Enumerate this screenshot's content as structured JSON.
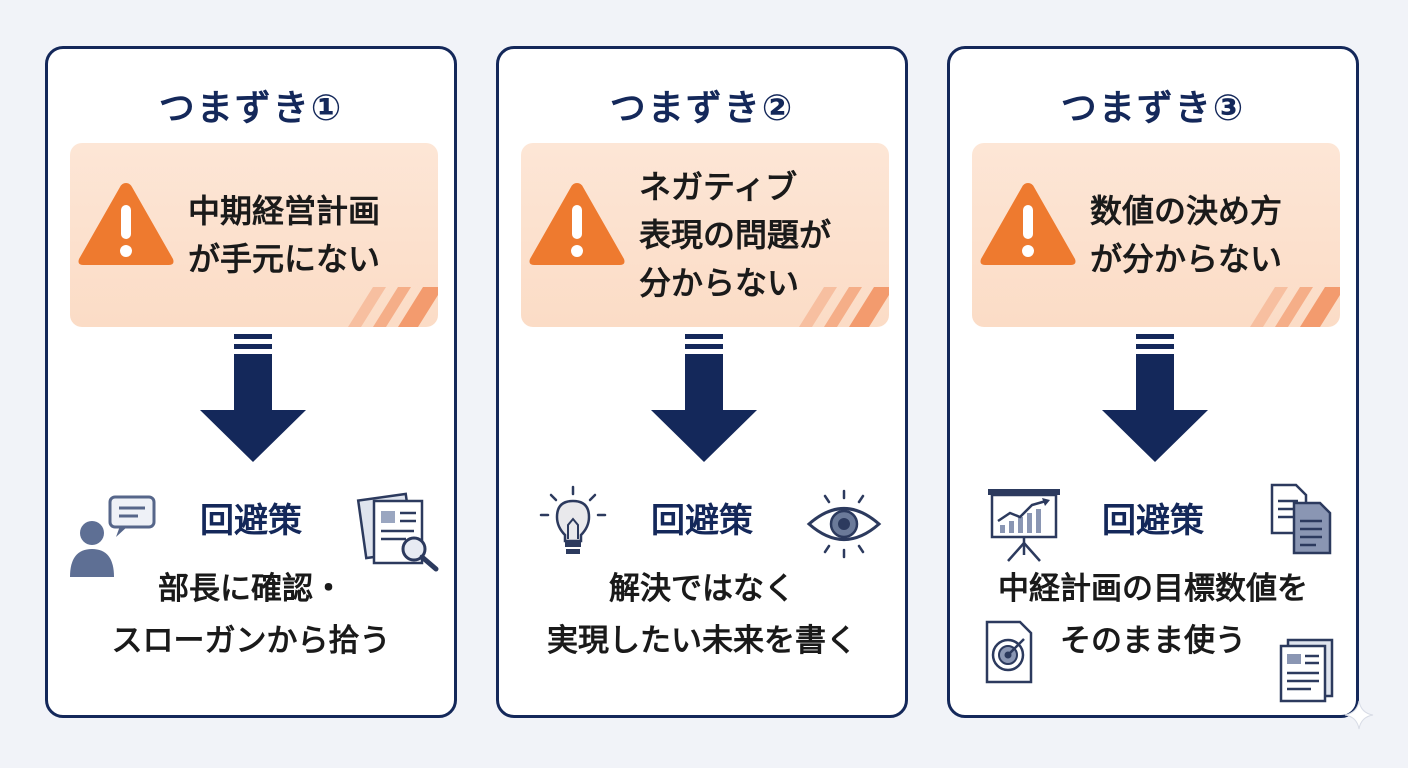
{
  "cards": [
    {
      "title": "つまずき①",
      "problem": "中期経営計画\nが手元にない",
      "solution_label": "回避策",
      "solution": "部長に確認・\nスローガンから拾う",
      "icons": [
        "person-chat-icon",
        "document-magnifier-icon"
      ]
    },
    {
      "title": "つまずき②",
      "problem": "ネガティブ\n表現の問題が\n分からない",
      "solution_label": "回避策",
      "solution": "解決ではなく\n実現したい未来を書く",
      "icons": [
        "lightbulb-icon",
        "eye-icon"
      ]
    },
    {
      "title": "つまずき③",
      "problem": "数値の決め方\nが分からない",
      "solution_label": "回避策",
      "solution": "中経計画の目標数値を\nそのまま使う",
      "icons": [
        "presentation-chart-icon",
        "documents-icon",
        "target-document-icon",
        "report-document-icon"
      ]
    }
  ],
  "colors": {
    "navy": "#14285a",
    "warning_orange": "#ee7a2f",
    "problem_bg": "#fde3d0",
    "icon_slate": "#6b7a99"
  }
}
